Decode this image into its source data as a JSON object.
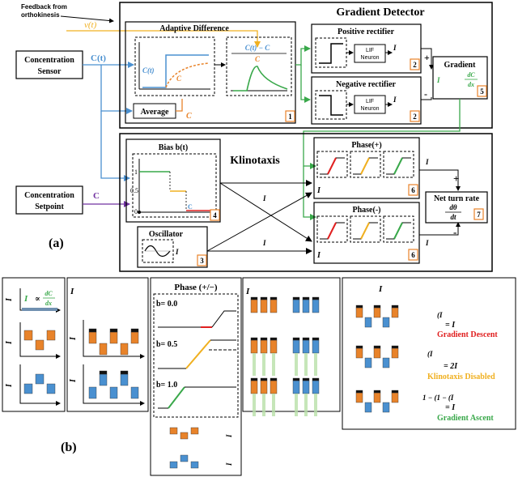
{
  "panel_a": {
    "label": "(a)",
    "feedback": {
      "line1": "Feedback from",
      "line2": "orthokinesis",
      "signal": "v(t)"
    },
    "concentration_sensor": {
      "line1": "Concentration",
      "line2": "Sensor",
      "signal": "C(t)"
    },
    "concentration_setpoint": {
      "line1": "Concentration",
      "line2": "Setpoint",
      "signal": "C"
    },
    "gradient_detector": {
      "title": "Gradient Detector",
      "adaptive_difference": "Adaptive Difference",
      "ct_label": "C(t)",
      "cavg_label": "C",
      "formula_top": "C(t) − C",
      "formula_bottom": "C",
      "average": "Average",
      "cavg_out": "C",
      "box_num_1": "1",
      "positive_rectifier": "Positive rectifier",
      "negative_rectifier": "Negative rectifier",
      "lif": "LIF",
      "neuron": "Neuron",
      "ig_pos": "I",
      "ig_neg": "I",
      "box_num_2a": "2",
      "box_num_2b": "2",
      "plus": "+",
      "minus": "-",
      "gradient": "Gradient",
      "gradient_formula": "I",
      "dc": "dC",
      "dx": "dx",
      "box_num_5": "5"
    },
    "klinotaxis": {
      "title": "Klinotaxis",
      "bias": "Bias b(t)",
      "y1": "1",
      "y05": "0.5",
      "y0": "0",
      "ct_axis": "C",
      "box_num_4": "4",
      "oscillator": "Oscillator",
      "iosc": "I",
      "box_num_3": "3",
      "phase_plus": "Phase(+)",
      "phase_minus": "Phase(-)",
      "iin_plus": "I",
      "iin_minus": "I",
      "iosc_plus_label": "I",
      "iosc_label": "I",
      "box_num_6a": "6",
      "box_num_6b": "6",
      "iph_plus": "I",
      "iph_minus": "I",
      "net_turn_rate": "Net turn rate",
      "dtheta": "dθ",
      "dt": "dt",
      "box_num_7": "7",
      "plus": "+",
      "minus": "-"
    }
  },
  "panel_b": {
    "label": "(b)",
    "col1": {
      "ig": "I",
      "ig_eq": "∝",
      "dc": "dC",
      "dx": "dx",
      "ig_axis": "I",
      "iosc_plus": "I",
      "iosc": "I"
    },
    "col2": {
      "eq": "I",
      "iin_plus_axis": "I",
      "iin_minus_axis": "I"
    },
    "col3": {
      "title": "Phase (+/−)",
      "b0": "b= 0.0",
      "b05": "b= 0.5",
      "b10": "b= 1.0",
      "iin_plus": "I",
      "iin_minus": "I"
    },
    "col4": {
      "eq": "I"
    },
    "col5": {
      "eq": "I",
      "descent_eq1": "(I",
      "descent_eq2": "= I",
      "descent_label": "Gradient Descent",
      "disabled_eq1": "(I",
      "disabled_eq2": "= 2I",
      "disabled_label": "Klinotaxis Disabled",
      "ascent_eq1": "1 − (1 − (I",
      "ascent_eq2": "= I",
      "ascent_label": "Gradient Ascent"
    }
  },
  "colors": {
    "blue": "#4a90d0",
    "orange": "#e8832a",
    "green": "#39a84a",
    "red": "#e02020",
    "yellow": "#f0b020",
    "purple": "#7030a0",
    "gray": "#808080"
  }
}
